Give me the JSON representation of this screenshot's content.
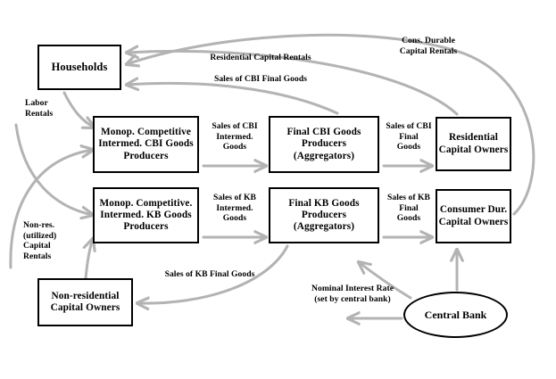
{
  "diagram": {
    "title": "Macroeconomic flow diagram with CBI and KB goods sectors",
    "arrow_color": "#b3b3b3",
    "node_border_color": "#000000",
    "text_color": "#000000",
    "background": "#ffffff"
  },
  "nodes": {
    "households": "Households",
    "mono_cbi": "Monop. Competitive\nIntermed. CBI\nGoods Producers",
    "mono_kb": "Monop. Competitive.\nIntermed. KB\nGoods Producers",
    "final_cbi": "Final CBI\nGoods Producers\n(Aggregators)",
    "final_kb": "Final KB\nGoods Producers\n(Aggregators)",
    "res_capital_owners": "Residential\nCapital\nOwners",
    "cons_dur_capital_owners": "Consumer\nDur. Capital\nOwners",
    "nonres_capital_owners": "Non-residential\nCapital\nOwners",
    "central_bank": "Central Bank"
  },
  "edge_labels": {
    "residential_capital_rentals": "Residential Capital Rentals",
    "cons_durable_capital_rentals": "Cons. Durable\nCapital Rentals",
    "sales_cbi_final_goods": "Sales of CBI Final Goods",
    "labor_rentals": "Labor\nRentals",
    "nonres_utilized_capital_rentals": "Non-res.\n(utilized)\nCapital\nRentals",
    "sales_cbi_intermed_goods": "Sales of CBI\nIntermed.\nGoods",
    "sales_kb_intermed_goods": "Sales of KB\nIntermed.\nGoods",
    "sales_cbi_final": "Sales of CBI\nFinal\nGoods",
    "sales_kb_final": "Sales of KB\nFinal\nGoods",
    "sales_kb_final_goods": "Sales of KB Final Goods",
    "nominal_interest_rate": "Nominal Interest Rate\n(set by central bank)"
  }
}
